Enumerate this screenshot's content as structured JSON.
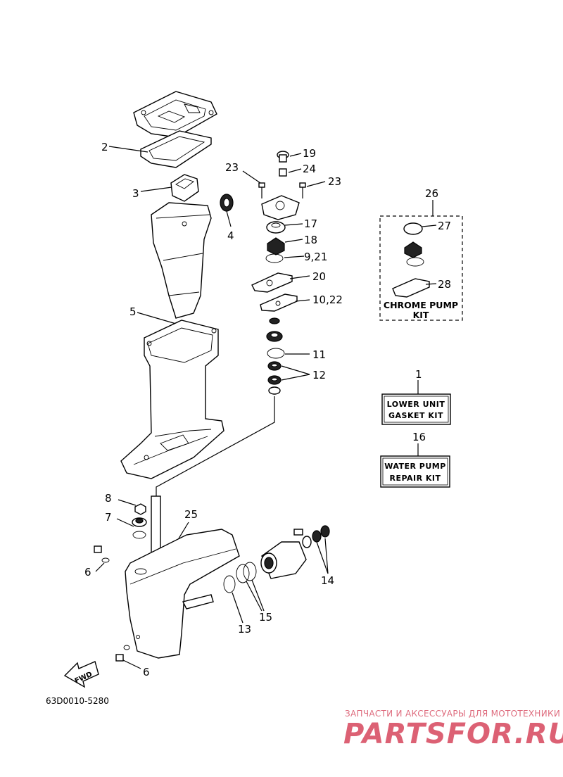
{
  "diagram": {
    "code": "63D0010-5280",
    "fwd_label": "FWD",
    "callouts": {
      "c1": "1",
      "c2": "2",
      "c3": "3",
      "c4": "4",
      "c5": "5",
      "c6a": "6",
      "c6b": "6",
      "c7": "7",
      "c8": "8",
      "c9_21": "9,21",
      "c10_22": "10,22",
      "c11": "11",
      "c12": "12",
      "c13": "13",
      "c14": "14",
      "c15": "15",
      "c16": "16",
      "c17": "17",
      "c18": "18",
      "c19": "19",
      "c20": "20",
      "c23a": "23",
      "c23b": "23",
      "c24": "24",
      "c25": "25",
      "c26": "26",
      "c27": "27",
      "c28": "28"
    },
    "kits": {
      "chrome_line1": "CHROME PUMP",
      "chrome_line2": "KIT",
      "lower_line1": "LOWER UNIT",
      "lower_line2": "GASKET KIT",
      "water_line1": "WATER PUMP",
      "water_line2": "REPAIR KIT"
    }
  },
  "watermark": {
    "tagline": "ЗАПЧАСТИ И АКСЕССУАРЫ ДЛЯ МОТОТЕХНИКИ",
    "brand": "PARTSFOR.RU",
    "color": "#d43a52"
  }
}
